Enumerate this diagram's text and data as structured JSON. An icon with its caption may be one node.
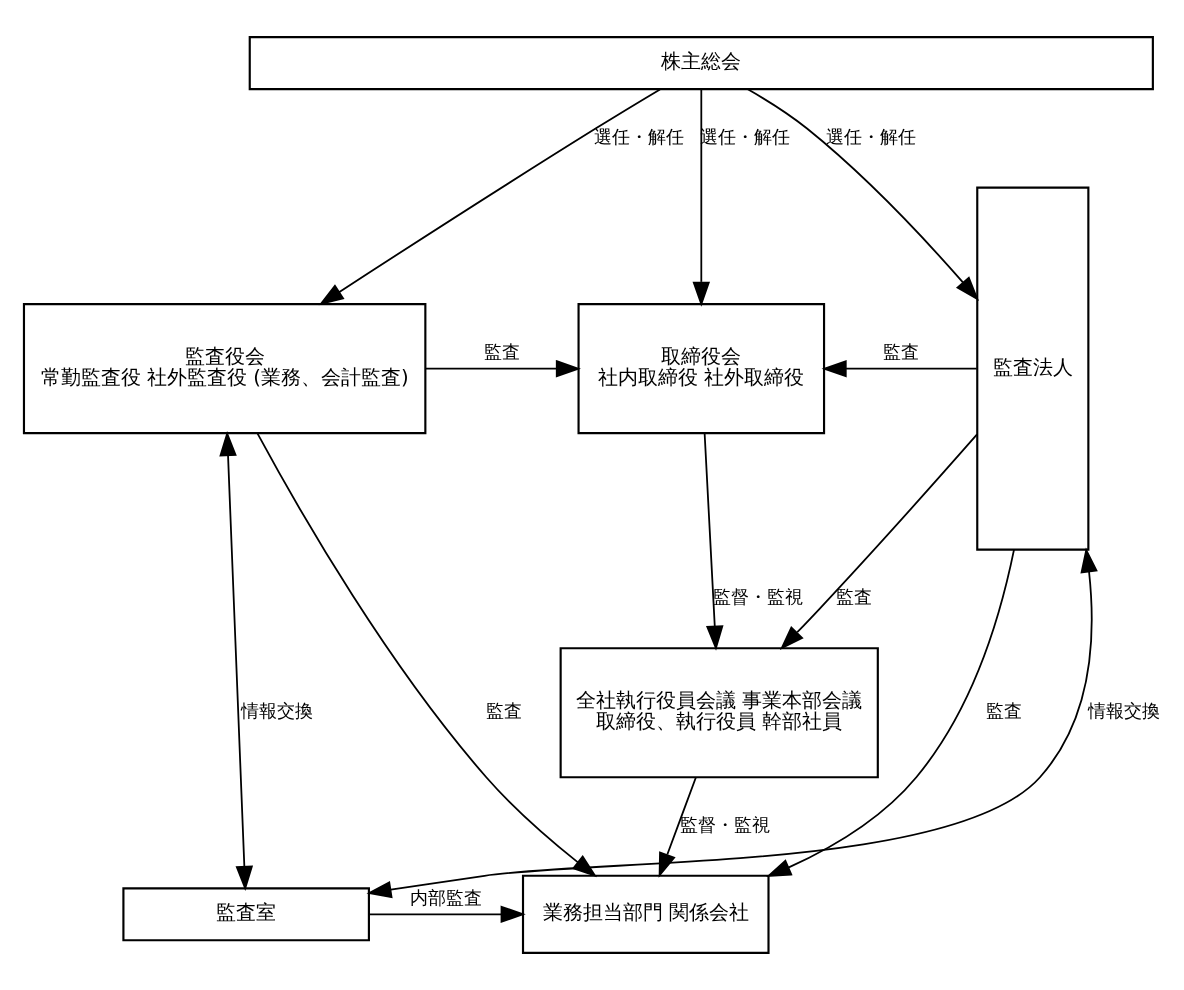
{
  "diagram": {
    "nodes": [
      {
        "text": [
          "株主総会"
        ]
      },
      {
        "text": [
          "監査役会",
          "常勤監査役 社外監査役 (業務、会計監査)"
        ]
      },
      {
        "text": [
          "取締役会",
          "社内取締役 社外取締役"
        ]
      },
      {
        "text": [
          "監査法人"
        ]
      },
      {
        "text": [
          "全社執行役員会議 事業本部会議",
          "取締役、執行役員 幹部社員"
        ]
      },
      {
        "text": [
          "監査室"
        ]
      },
      {
        "text": [
          "業務担当部門 関係会社"
        ]
      }
    ],
    "edges": [
      {
        "from": 0,
        "to": 1,
        "arrow": "to",
        "label": "選任・解任"
      },
      {
        "from": 0,
        "to": 2,
        "arrow": "to",
        "label": "選任・解任"
      },
      {
        "from": 0,
        "to": 3,
        "arrow": "to",
        "label": "選任・解任"
      },
      {
        "from": 1,
        "to": 2,
        "arrow": "to",
        "label": "監査"
      },
      {
        "from": 3,
        "to": 2,
        "arrow": "to",
        "label": "監査"
      },
      {
        "from": 2,
        "to": 4,
        "arrow": "to",
        "label": "監督・監視"
      },
      {
        "from": 3,
        "to": 4,
        "arrow": "to",
        "label": "監査"
      },
      {
        "from": 1,
        "to": 6,
        "arrow": "to",
        "label": "監査"
      },
      {
        "from": 4,
        "to": 6,
        "arrow": "to",
        "label": "監督・監視"
      },
      {
        "from": 3,
        "to": 6,
        "arrow": "to",
        "label": "監査"
      },
      {
        "from": 1,
        "to": 5,
        "arrow": "both",
        "label": "情報交換"
      },
      {
        "from": 5,
        "to": 6,
        "arrow": "to",
        "label": "内部監査"
      },
      {
        "from": 5,
        "to": 3,
        "arrow": "both",
        "label": "情報交換"
      }
    ]
  }
}
